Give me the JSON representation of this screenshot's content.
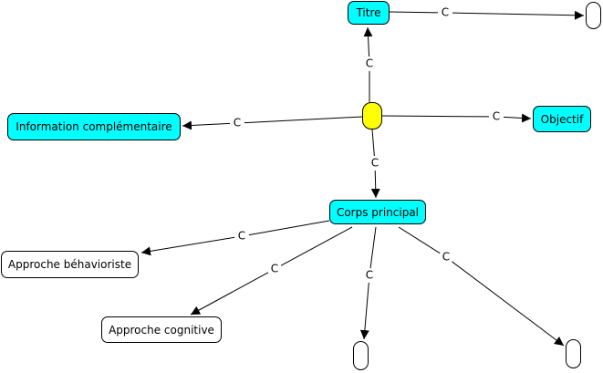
{
  "diagram": {
    "type": "concept-map",
    "nodes": [
      {
        "id": "center",
        "label": "",
        "style": "yellow"
      },
      {
        "id": "titre",
        "label": "Titre",
        "style": "cyan"
      },
      {
        "id": "titre-child",
        "label": "",
        "style": "white"
      },
      {
        "id": "info",
        "label": "Information complémentaire",
        "style": "cyan"
      },
      {
        "id": "objectif",
        "label": "Objectif",
        "style": "cyan"
      },
      {
        "id": "corps",
        "label": "Corps principal",
        "style": "cyan"
      },
      {
        "id": "behav",
        "label": "Approche béhavioriste",
        "style": "white"
      },
      {
        "id": "cogn",
        "label": "Approche cognitive",
        "style": "white"
      },
      {
        "id": "corps-child-1",
        "label": "",
        "style": "white"
      },
      {
        "id": "corps-child-2",
        "label": "",
        "style": "white"
      }
    ],
    "edges": [
      {
        "from": "center",
        "to": "titre",
        "label": "C"
      },
      {
        "from": "titre",
        "to": "titre-child",
        "label": "C"
      },
      {
        "from": "center",
        "to": "info",
        "label": "C"
      },
      {
        "from": "center",
        "to": "objectif",
        "label": "C"
      },
      {
        "from": "center",
        "to": "corps",
        "label": "C"
      },
      {
        "from": "corps",
        "to": "behav",
        "label": "C"
      },
      {
        "from": "corps",
        "to": "cogn",
        "label": "C"
      },
      {
        "from": "corps",
        "to": "corps-child-1",
        "label": "C"
      },
      {
        "from": "corps",
        "to": "corps-child-2",
        "label": "C"
      }
    ]
  },
  "colors": {
    "primary_node": "#00ffff",
    "root_node": "#ffff00",
    "plain_node": "#ffffff",
    "line": "#000000"
  }
}
